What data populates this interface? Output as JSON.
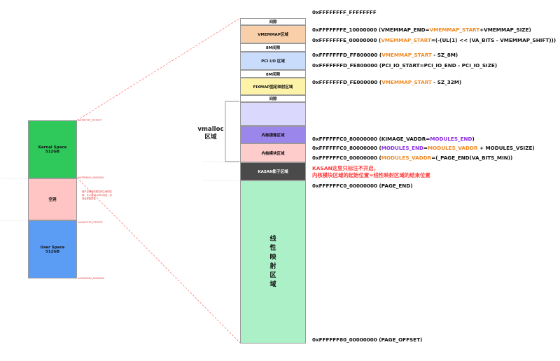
{
  "left_blocks": {
    "kernel": {
      "line1": "Kernel Space",
      "line2": "512GB",
      "color": "#2ec95a"
    },
    "hole": {
      "label": "空洞",
      "color": "#ffc4c4"
    },
    "user": {
      "line1": "User Space",
      "line2": "512GB",
      "color": "#5b9cf5"
    }
  },
  "left_addrs": {
    "top": "0xFFFFFFFF_FFFFFFFF",
    "kernel_start": "0xFFFF8000_00000000",
    "user_end": "0x00007FFF_FFFFFFFF",
    "bottom": "0x00000000_00000000"
  },
  "left_note": "用户空间和内核空间之间的空洞，大小由VA_BITS决定，访问会导致异常",
  "regions": {
    "gap_top": "间隙",
    "vmemmap": "VMEMMAP区域",
    "gap_8m_a": "8M间隙",
    "pci_io": "PCI I/O 区域",
    "gap_8m_b": "8M间隙",
    "fixmap": "FIXMAP固定映射区域",
    "gap_mid": "间隙",
    "kimage": "内核镜像区域",
    "modules": "内核模块区域",
    "kasan": "KASAN影子区域",
    "linear": [
      "线",
      "性",
      "映",
      "射",
      "区",
      "域"
    ]
  },
  "region_colors": {
    "gap": "#ffffff",
    "vmemmap": "#f8cfa8",
    "pci_io": "#c9dcfb",
    "fixmap": "#fdf3a8",
    "vmalloc": "#dad8fd",
    "kimage": "#9b86ec",
    "modules": "#ffcccc",
    "kasan": "#4a4a4a",
    "linear": "#acf0c8"
  },
  "vmalloc_label": [
    "vmalloc",
    "区域"
  ],
  "annotations": {
    "a1": {
      "addr": "0xFFFFFFFF_FFFFFFFF"
    },
    "a2": {
      "addr": "0xFFFFFFFE_10000000",
      "open": "  (VMEMMAP_END=",
      "hl": "VMEMMAP_START",
      "rest": "+VMEMMAP_SIZE)"
    },
    "a3": {
      "addr": "0xFFFFFFFE_00000000",
      "open": "  (",
      "hl": "VMEMMAP_START",
      "rest": "=(-(UL(1) << (VA_BITS - VMEMMAP_SHIFT)))"
    },
    "a4": {
      "addr": "0xFFFFFFFD_FF800000",
      "open": "  (",
      "hl": "VMEMMAP_START",
      "rest": " - SZ_8M)"
    },
    "a5": {
      "addr": "0xFFFFFFFD_FE800000",
      "rest": "  (PCI_IO_START=PCI_IO_END - PCI_IO_SIZE)"
    },
    "a6": {
      "addr": "0xFFFFFFFD_FE000000",
      "open": "  (",
      "hl": "VMEMMAP_START",
      "rest": " - SZ_32M)"
    },
    "a7": {
      "addr": "0xFFFFFFC0_80000000",
      "open": "  (KIMAGE_VADDR=",
      "hl": "MODULES_END",
      "rest": ")"
    },
    "a8": {
      "addr": "0xFFFFFFC0_80000000",
      "open": "  (",
      "hl": "MODULES_END",
      "mid": "=",
      "hl2": "MODULES_VADDR",
      "rest": " + MODULES_VSIZE)"
    },
    "a9": {
      "addr": "0xFFFFFFC0_00000000",
      "open": "  (",
      "hl": "MODULES_VADDR",
      "rest": "=(_PAGE_END(VA_BITS_MIN))"
    },
    "a10": {
      "addr": "0xFFFFFFC0_00000000",
      "rest": "  (PAGE_END)"
    },
    "a11": {
      "addr": "0xFFFFFF80_00000000",
      "rest": "  (PAGE_OFFSET)"
    }
  },
  "kasan_note": [
    "KASAN这里只标注不开启，",
    "内核模块区域的起始位置=线性映射区域的结束位置"
  ]
}
